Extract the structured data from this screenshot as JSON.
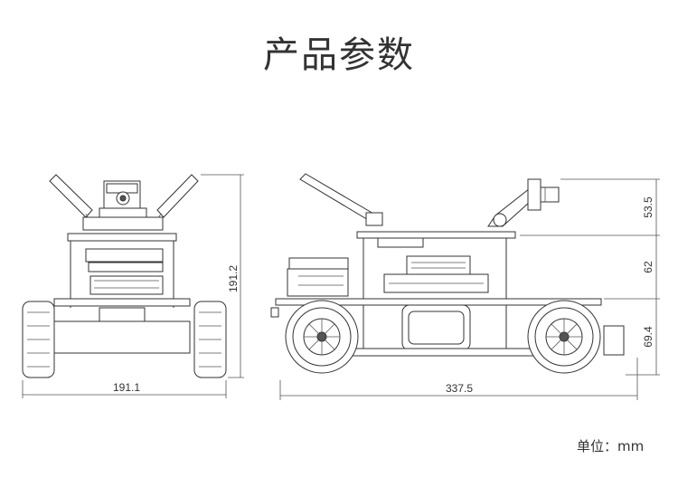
{
  "title": "产品参数",
  "unit_label": "单位：mm",
  "front_view": {
    "width_label": "191.1",
    "height_label": "191.2"
  },
  "side_view": {
    "length_label": "337.5",
    "height_top_label": "53.5",
    "height_mid_label": "62",
    "height_bottom_label": "69.4"
  }
}
